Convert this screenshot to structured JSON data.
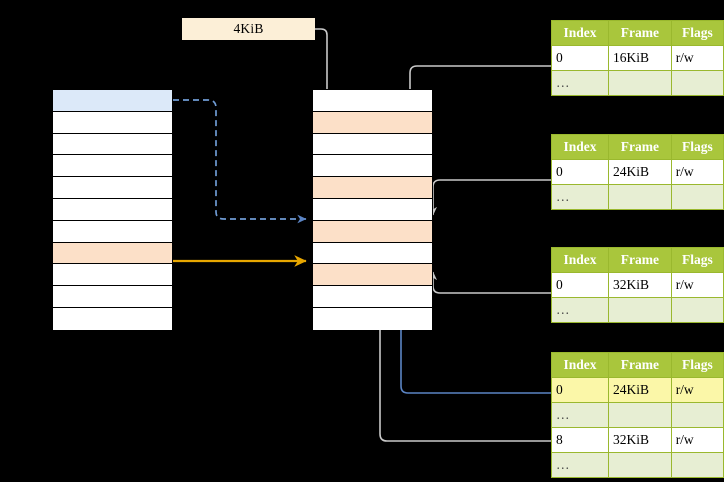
{
  "diagram": {
    "title_label": "4KiB",
    "page_size_note": "4KiB",
    "colors": {
      "header_green": "#a9c63c",
      "table_border_green": "#9ab82e",
      "ellipsis_row": "#e7eed3",
      "highlight_yellow": "#fbf7a8",
      "virtual_selected_blue": "#dce9f9",
      "frame_peach": "#fce0c8",
      "callout_bg": "#fcefd7",
      "arrow_blue": "#5b84c4",
      "arrow_orange": "#e8a700",
      "arrow_grey": "#c9c9c9",
      "background": "#000000"
    },
    "columns": {
      "virtual": {
        "name": "virtual-address-space-column",
        "row_count": 11,
        "rows": [
          {
            "index": 0,
            "fill": "blue"
          },
          {
            "index": 1,
            "fill": "white"
          },
          {
            "index": 2,
            "fill": "white"
          },
          {
            "index": 3,
            "fill": "white"
          },
          {
            "index": 4,
            "fill": "white"
          },
          {
            "index": 5,
            "fill": "white"
          },
          {
            "index": 6,
            "fill": "white"
          },
          {
            "index": 7,
            "fill": "peach"
          },
          {
            "index": 8,
            "fill": "white"
          },
          {
            "index": 9,
            "fill": "white"
          },
          {
            "index": 10,
            "fill": "white"
          }
        ]
      },
      "physical": {
        "name": "physical-memory-column",
        "row_count": 11,
        "rows": [
          {
            "index": 0,
            "fill": "white"
          },
          {
            "index": 1,
            "fill": "peach"
          },
          {
            "index": 2,
            "fill": "white"
          },
          {
            "index": 3,
            "fill": "white"
          },
          {
            "index": 4,
            "fill": "peach"
          },
          {
            "index": 5,
            "fill": "white"
          },
          {
            "index": 6,
            "fill": "peach"
          },
          {
            "index": 7,
            "fill": "white"
          },
          {
            "index": 8,
            "fill": "peach"
          },
          {
            "index": 9,
            "fill": "white"
          },
          {
            "index": 10,
            "fill": "white"
          }
        ]
      }
    },
    "tables": [
      {
        "name": "page-table-level-1",
        "headers": [
          "Index",
          "Frame",
          "Flags"
        ],
        "rows": [
          {
            "type": "data",
            "cells": [
              "0",
              "16KiB",
              "r/w"
            ],
            "highlight": false
          },
          {
            "type": "ellipsis",
            "cells": [
              "…",
              "",
              ""
            ],
            "highlight": false
          }
        ]
      },
      {
        "name": "page-table-level-2",
        "headers": [
          "Index",
          "Frame",
          "Flags"
        ],
        "rows": [
          {
            "type": "data",
            "cells": [
              "0",
              "24KiB",
              "r/w"
            ],
            "highlight": false
          },
          {
            "type": "ellipsis",
            "cells": [
              "…",
              "",
              ""
            ],
            "highlight": false
          }
        ]
      },
      {
        "name": "page-table-level-3",
        "headers": [
          "Index",
          "Frame",
          "Flags"
        ],
        "rows": [
          {
            "type": "data",
            "cells": [
              "0",
              "32KiB",
              "r/w"
            ],
            "highlight": false
          },
          {
            "type": "ellipsis",
            "cells": [
              "…",
              "",
              ""
            ],
            "highlight": false
          }
        ]
      },
      {
        "name": "page-table-level-4",
        "headers": [
          "Index",
          "Frame",
          "Flags"
        ],
        "rows": [
          {
            "type": "data",
            "cells": [
              "0",
              "24KiB",
              "r/w"
            ],
            "highlight": true
          },
          {
            "type": "ellipsis",
            "cells": [
              "…",
              "",
              ""
            ],
            "highlight": false
          },
          {
            "type": "data",
            "cells": [
              "8",
              "32KiB",
              "r/w"
            ],
            "highlight": false
          },
          {
            "type": "ellipsis",
            "cells": [
              "…",
              "",
              ""
            ],
            "highlight": false
          }
        ]
      }
    ],
    "connectors": [
      {
        "name": "virtual-page-0-to-physical-frame-6",
        "style": "dashed",
        "color": "#5b84c4"
      },
      {
        "name": "virtual-page-7-to-physical-frame-8",
        "style": "solid",
        "color": "#e8a700"
      },
      {
        "name": "page-size-callout-to-physical-frame-1",
        "style": "solid",
        "color": "#c9c9c9"
      },
      {
        "name": "table-1-frame-to-physical-frame-4",
        "style": "solid",
        "color": "#c9c9c9"
      },
      {
        "name": "table-2-frame-to-physical-frame-6",
        "style": "solid",
        "color": "#c9c9c9"
      },
      {
        "name": "table-3-frame-to-physical-frame-8",
        "style": "solid",
        "color": "#c9c9c9"
      },
      {
        "name": "table-4-row-8-frame-to-physical-frame-8",
        "style": "solid",
        "color": "#c9c9c9"
      },
      {
        "name": "physical-frame-6-to-table-4-row-0",
        "style": "solid",
        "color": "#5b84c4"
      }
    ]
  }
}
